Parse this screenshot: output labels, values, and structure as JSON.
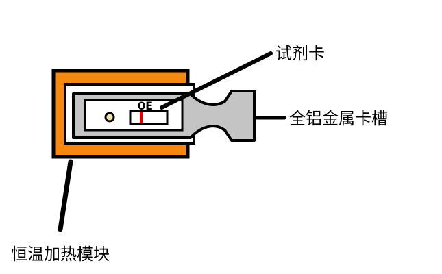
{
  "labels": {
    "reagent_card": "试剂卡",
    "aluminum_slot": "全铝金属卡槽",
    "heating_module": "恒温加热模块"
  },
  "card_mark": "0E",
  "colors": {
    "heating_module": "#f6870f",
    "slot": "#c4c4c4",
    "outline": "#000000",
    "marker": "#dd0000",
    "sample_dot": "#f5e6b0"
  }
}
